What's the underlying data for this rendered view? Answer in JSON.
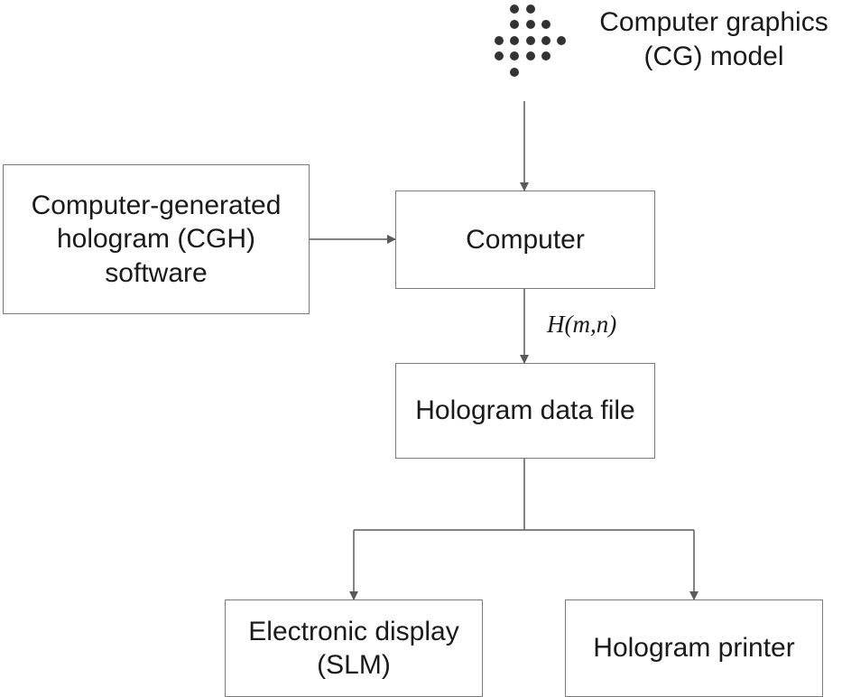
{
  "cg_model": {
    "icon": "dot-cluster-icon",
    "label_line1": "Computer graphics",
    "label_line2": "(CG) model"
  },
  "cgh_software": {
    "line1": "Computer-generated",
    "line2": "hologram (CGH)",
    "line3": "software"
  },
  "computer": {
    "label": "Computer"
  },
  "edge_label": {
    "text": "H(m,n)"
  },
  "hologram_data_file": {
    "label": "Hologram data file"
  },
  "electronic_display": {
    "line1": "Electronic display",
    "line2": "(SLM)"
  },
  "hologram_printer": {
    "label": "Hologram printer"
  },
  "colors": {
    "line": "#5a5a5a",
    "border": "#7a7a7a",
    "dots": "#333333",
    "text": "#1a1a1a"
  }
}
